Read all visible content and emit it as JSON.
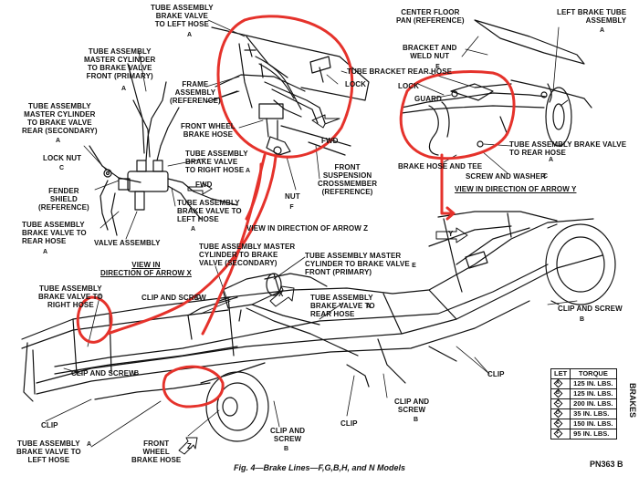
{
  "labels": {
    "tube_bv_left_hose": "TUBE ASSEMBLY\nBRAKE VALVE\nTO LEFT HOSE",
    "tube_mc_front_primary": "TUBE ASSEMBLY\nMASTER CYLINDER\nTO BRAKE VALVE\nFRONT (PRIMARY)",
    "frame_assembly": "FRAME\nASSEMBLY\n(REFERENCE)",
    "tube_mc_rear_secondary": "TUBE ASSEMBLY\nMASTER CYLINDER\nTO BRAKE VALVE\nREAR (SECONDARY)",
    "lock_nut": "LOCK NUT",
    "front_wheel_brake_hose": "FRONT WHEEL\nBRAKE HOSE",
    "tube_bv_right_hose": "TUBE ASSEMBLY\nBRAKE VALVE\nTO RIGHT HOSE",
    "fwd_1": "FWD",
    "fender_shield": "FENDER\nSHIELD\n(REFERENCE)",
    "tube_bv_left_hose_2": "TUBE ASSEMBLY\nBRAKE VALVE TO\nLEFT HOSE",
    "tube_bv_rear_hose_1": "TUBE ASSEMBLY\nBRAKE VALVE TO\nREAR HOSE",
    "valve_assembly": "VALVE ASSEMBLY",
    "nut": "NUT",
    "front_susp_crossmember": "FRONT\nSUSPENSION\nCROSSMEMBER\n(REFERENCE)",
    "fwd_2": "FWD",
    "lock_top": "LOCK",
    "view_arrow_z": "VIEW IN DIRECTION OF ARROW Z",
    "center_floor_pan": "CENTER FLOOR\nPAN (REFERENCE)",
    "left_brake_tube_assembly": "LEFT BRAKE TUBE\nASSEMBLY",
    "bracket_weld_nut": "BRACKET AND\nWELD NUT",
    "tube_bracket_rear_hose": "TUBE BRACKET REAR HOSE",
    "lock_right": "LOCK",
    "guard": "GUARD",
    "tube_bv_rear_hose_2": "TUBE ASSEMBLY BRAKE VALVE\nTO REAR HOSE",
    "brake_hose_and_tee": "BRAKE HOSE AND TEE",
    "screw_and_washer": "SCREW AND WASHER",
    "view_arrow_y": "VIEW IN DIRECTION OF ARROW Y",
    "view_arrow_x": "VIEW IN\nDIRECTION OF ARROW X",
    "tube_mc_rear_secondary_2": "TUBE ASSEMBLY MASTER\nCYLINDER TO BRAKE\nVALVE (SECONDARY)",
    "tube_mc_front_primary_2": "TUBE ASSEMBLY MASTER\nCYLINDER TO BRAKE VALVE\nFRONT (PRIMARY)",
    "tube_bv_right_hose_2": "TUBE ASSEMBLY\nBRAKE VALVE TO\nRIGHT HOSE",
    "clip_and_screw_d": "CLIP AND SCREW",
    "tube_bv_rear_hose_3": "TUBE ASSEMBLY\nBRAKE VALVE TO\nREAR HOSE",
    "clip_and_screw_b_right": "CLIP AND SCREW",
    "clip_and_screw_b_left": "CLIP AND SCREW",
    "clip_right": "CLIP",
    "clip_and_screw_b_mid": "CLIP AND\nSCREW",
    "clip_left": "CLIP",
    "clip_and_screw_b_bottom": "CLIP AND\nSCREW",
    "clip_center": "CLIP",
    "tube_bv_left_hose_3": "TUBE ASSEMBLY\nBRAKE VALVE TO\nLEFT HOSE",
    "front_wheel_brake_hose_2": "FRONT\nWHEEL\nBRAKE HOSE",
    "arrow_y_tag": "Y",
    "arrow_z_tag": "Z",
    "arrow_x_tag": "X"
  },
  "badges": {
    "a": "A",
    "b": "B",
    "c": "C",
    "d": "D",
    "e": "E",
    "f": "F"
  },
  "torque_table": {
    "headers": [
      "LET",
      "TORQUE"
    ],
    "rows": [
      [
        "A",
        "125 IN. LBS."
      ],
      [
        "B",
        "125 IN. LBS."
      ],
      [
        "C",
        "200 IN. LBS."
      ],
      [
        "D",
        "35 IN. LBS."
      ],
      [
        "E",
        "150 IN. LBS."
      ],
      [
        "F",
        "95 IN. LBS."
      ]
    ]
  },
  "caption": "Fig. 4—Brake Lines—F,G,B,H, and N Models",
  "part_number": "PN363 B",
  "side_tab": "BRAKES",
  "colors": {
    "ink": "#111111",
    "annotation": "#e5322b",
    "paper": "#ffffff"
  }
}
